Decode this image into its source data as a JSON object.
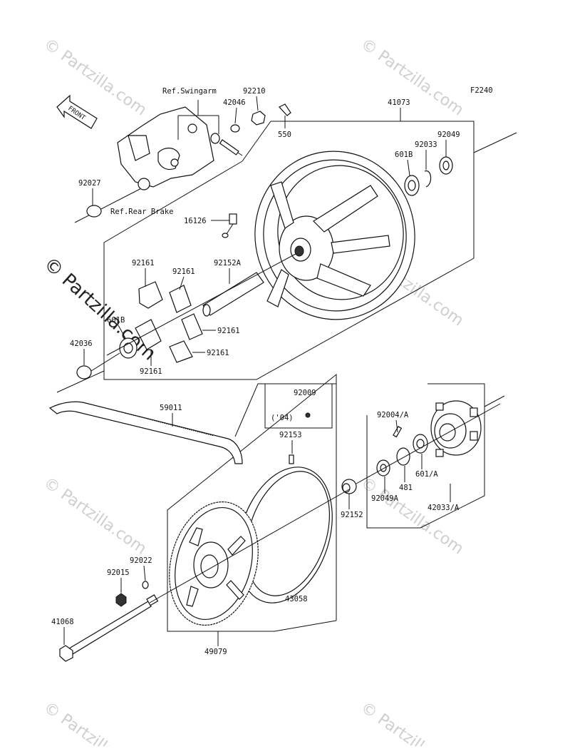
{
  "diagram": {
    "code": "F2240",
    "front_label": "FRONT",
    "ref_labels": {
      "swingarm": "Ref.Swingarm",
      "rear_brake": "Ref.Rear Brake"
    },
    "year_note": "('04)",
    "parts": [
      {
        "key": "p92210",
        "label": "92210"
      },
      {
        "key": "p42046",
        "label": "42046"
      },
      {
        "key": "p550",
        "label": "550"
      },
      {
        "key": "p41073",
        "label": "41073"
      },
      {
        "key": "p92049",
        "label": "92049"
      },
      {
        "key": "p92033",
        "label": "92033"
      },
      {
        "key": "p601B_top",
        "label": "601B"
      },
      {
        "key": "p92027",
        "label": "92027"
      },
      {
        "key": "p16126",
        "label": "16126"
      },
      {
        "key": "p92161_a",
        "label": "92161"
      },
      {
        "key": "p92161_b",
        "label": "92161"
      },
      {
        "key": "p92152A",
        "label": "92152A"
      },
      {
        "key": "p601B_left",
        "label": "601B"
      },
      {
        "key": "p92161_c",
        "label": "92161"
      },
      {
        "key": "p42036",
        "label": "42036"
      },
      {
        "key": "p92161_d",
        "label": "92161"
      },
      {
        "key": "p92161_e",
        "label": "92161"
      },
      {
        "key": "p59011",
        "label": "59011"
      },
      {
        "key": "p92009",
        "label": "92009"
      },
      {
        "key": "p92004A",
        "label": "92004/A"
      },
      {
        "key": "p92153",
        "label": "92153"
      },
      {
        "key": "p601A",
        "label": "601/A"
      },
      {
        "key": "p481",
        "label": "481"
      },
      {
        "key": "p92049A",
        "label": "92049A"
      },
      {
        "key": "p42033A",
        "label": "42033/A"
      },
      {
        "key": "p92152",
        "label": "92152"
      },
      {
        "key": "p92022",
        "label": "92022"
      },
      {
        "key": "p92015",
        "label": "92015"
      },
      {
        "key": "p43058",
        "label": "43058"
      },
      {
        "key": "p41068",
        "label": "41068"
      },
      {
        "key": "p49079",
        "label": "49079"
      }
    ]
  },
  "watermark": {
    "text": "© Partzilla.com"
  }
}
